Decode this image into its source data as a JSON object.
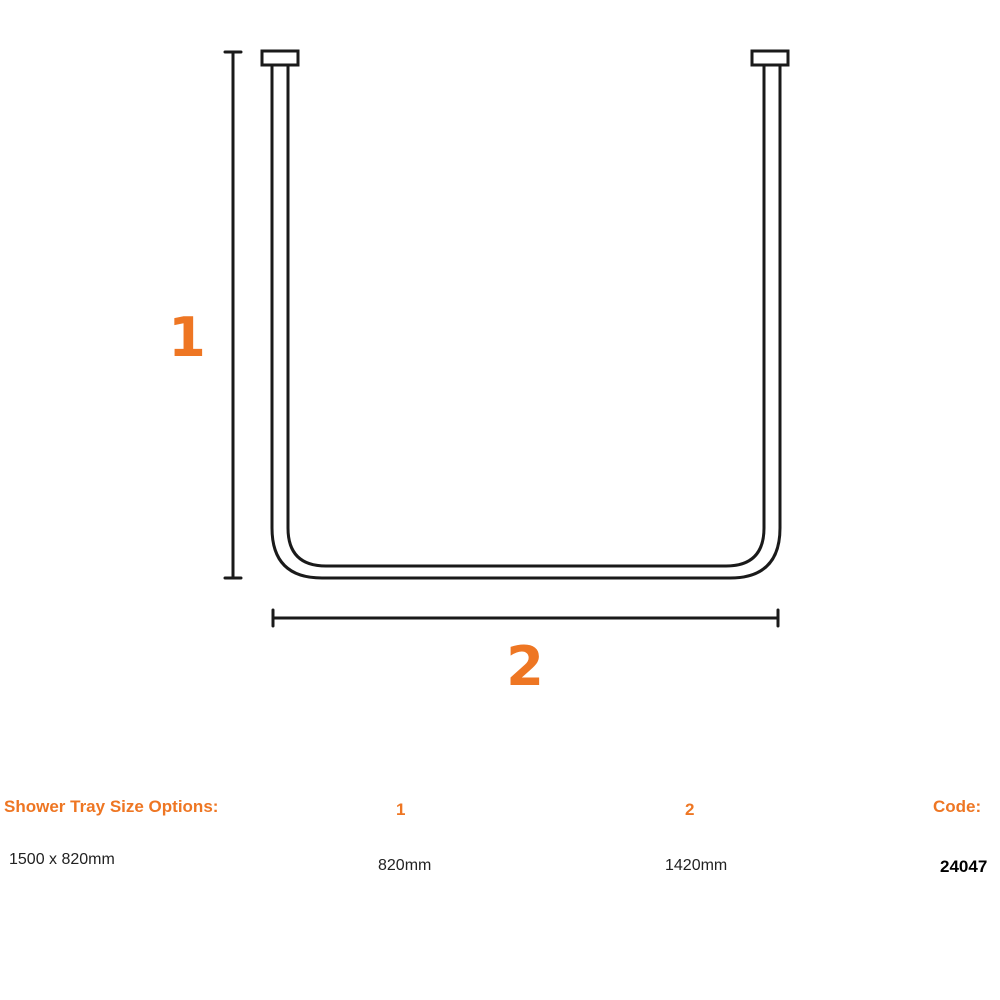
{
  "colors": {
    "accent": "#ee7623",
    "line": "#1a1a1a",
    "text": "#222222"
  },
  "diagram": {
    "dimension_labels": {
      "height": "1",
      "width": "2"
    }
  },
  "table": {
    "headers": {
      "options": "Shower Tray Size Options:",
      "dim1": "1",
      "dim2": "2",
      "code": "Code:"
    },
    "rows": [
      {
        "size": "1500 x 820mm",
        "dim1": "820mm",
        "dim2": "1420mm",
        "code": "24047"
      }
    ]
  }
}
